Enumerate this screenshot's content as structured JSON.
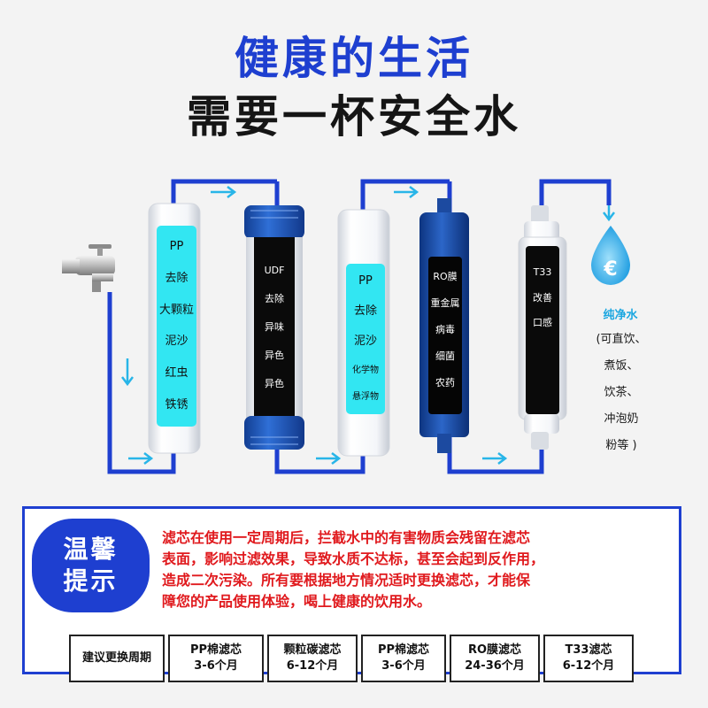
{
  "headline": {
    "line1": "健康的生活",
    "line2": "需要一杯安全水"
  },
  "filters": [
    {
      "lines": [
        "PP",
        "去除",
        "大颗粒",
        "泥沙",
        "红虫",
        "铁锈"
      ]
    },
    {
      "lines": [
        "UDF",
        "去除",
        "异味",
        "异色",
        "异色"
      ]
    },
    {
      "lines": [
        "PP",
        "去除",
        "泥沙",
        "化学物",
        "悬浮物"
      ]
    },
    {
      "lines": [
        "RO膜",
        "重金属",
        "病毒",
        "细菌",
        "农药"
      ]
    },
    {
      "lines": [
        "T33",
        "改善",
        "口感"
      ]
    }
  ],
  "output": {
    "label": "纯净水",
    "uses": [
      "(可直饮、",
      "煮饭、",
      "饮茶、",
      "冲泡奶",
      "粉等 )"
    ],
    "drop_symbol": "€"
  },
  "tip": {
    "badge": [
      "温馨",
      "提示"
    ],
    "lines": [
      "滤芯在使用一定周期后，拦截水中的有害物质会残留在滤芯",
      "表面，影响过滤效果，导致水质不达标，甚至会起到反作用，",
      "造成二次污染。所有要根据地方情况适时更换滤芯，才能保",
      "障您的产品使用体验，喝上健康的饮用水。"
    ]
  },
  "schedule": {
    "header": "建议更换周期",
    "items": [
      {
        "name": "PP棉滤芯",
        "period": "3-6个月"
      },
      {
        "name": "颗粒碳滤芯",
        "period": "6-12个月"
      },
      {
        "name": "PP棉滤芯",
        "period": "3-6个月"
      },
      {
        "name": "RO膜滤芯",
        "period": "24-36个月"
      },
      {
        "name": "T33滤芯",
        "period": "6-12个月"
      }
    ]
  },
  "colors": {
    "accent": "#1e3fd0",
    "warning": "#e0191d",
    "water": "#1aa6e0",
    "label_cyan": "#32e6f2"
  }
}
